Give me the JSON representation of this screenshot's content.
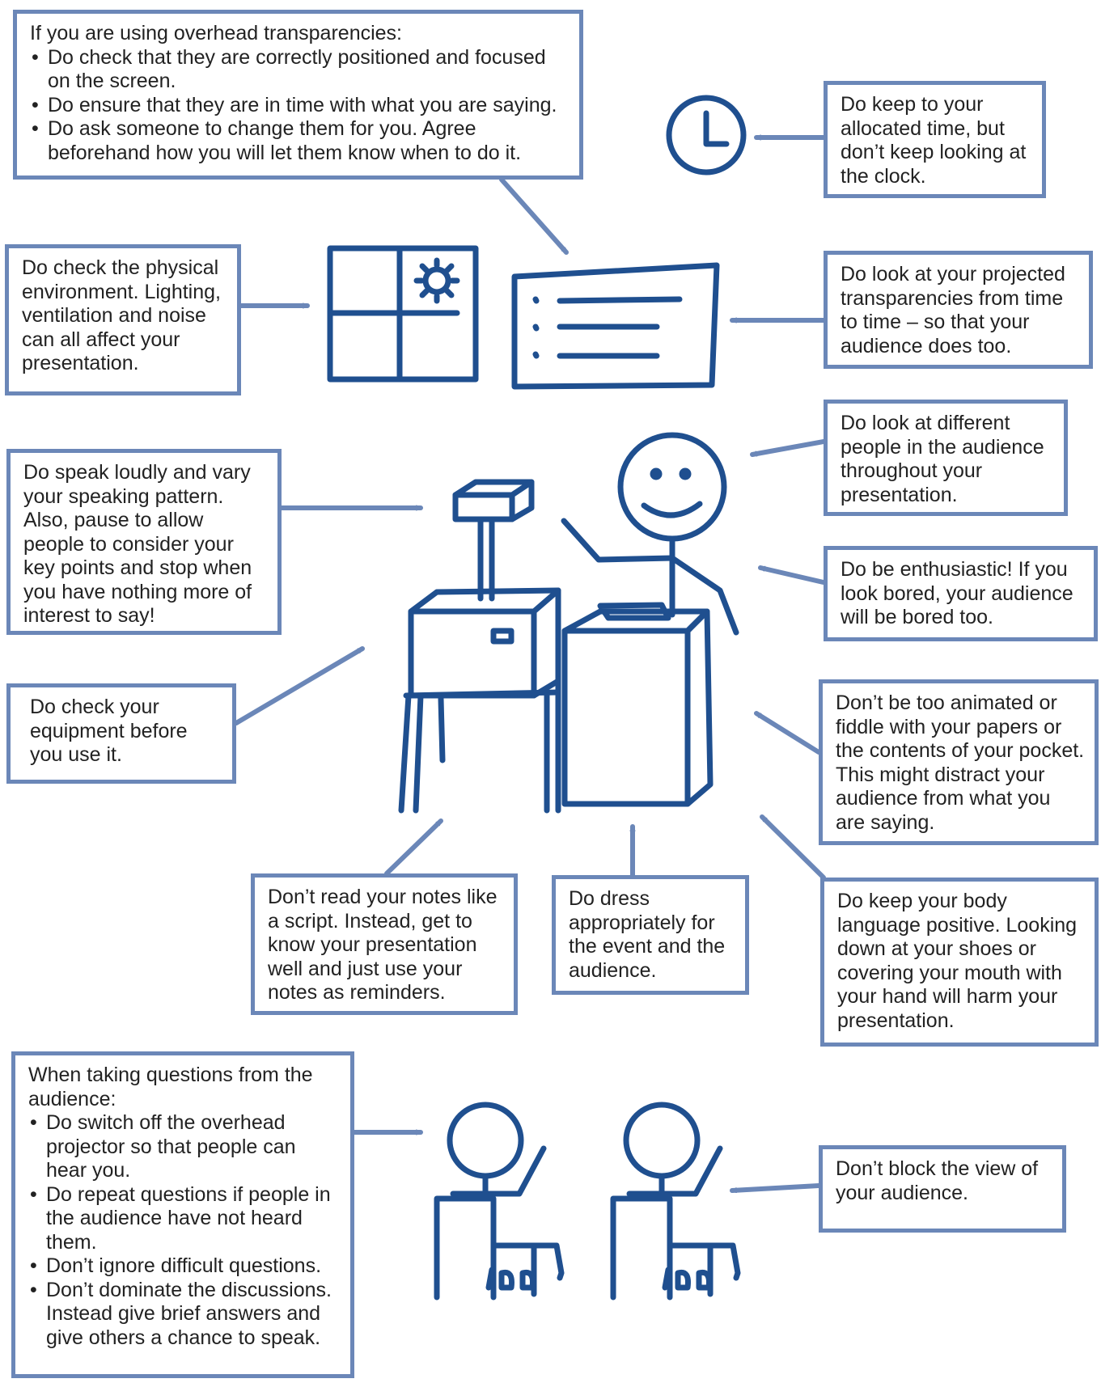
{
  "colors": {
    "box_border": "#6b87b8",
    "arrow": "#6b87b8",
    "drawing": "#1f4f8f",
    "text": "#222222"
  },
  "drawings": [
    "clock-icon",
    "window-with-sun-icon",
    "projected-slide-icon",
    "presenter-stick-figure",
    "overhead-projector-on-table",
    "lectern",
    "audience-member-stick-figure"
  ],
  "notes": {
    "transparencies": {
      "intro": "If you are using overhead transparencies:",
      "items": [
        "Do check that they are correctly positioned and focused on the screen.",
        "Do ensure that they are in time with what you are saying.",
        "Do ask someone to change them for you. Agree beforehand how you will let them know when to do it."
      ]
    },
    "time": "Do keep to your allocated time, but don’t keep looking at the clock.",
    "environment": "Do check the physical environment. Lighting, ventilation and noise can all affect your presentation.",
    "projected": "Do look at your projected transparencies from time to time – so that your audience does too.",
    "look_people": "Do look at different people in the audience throughout your presentation.",
    "speak": "Do speak loudly and vary your speaking pattern. Also, pause to allow people to consider your key points and stop when you have nothing more of interest to say!",
    "enthusiastic": "Do be enthusiastic! If you look bored, your audience will be bored too.",
    "equipment": "Do check your equipment before you use it.",
    "animated": "Don’t be too animated or fiddle with your papers or the contents of your pocket. This might distract your audience from what you are saying.",
    "notes_script": "Don’t read your notes like a script. Instead, get to know your presentation well and just use your notes as reminders.",
    "dress": "Do dress appropriately for the event and the audience.",
    "body_language": "Do keep your body language positive. Looking down at your shoes or covering your mouth with your hand will harm your presentation.",
    "questions": {
      "intro": "When taking questions from the audience:",
      "items": [
        "Do switch off the overhead projector so that people can hear you.",
        "Do repeat questions if people in the audience have not heard them.",
        "Don’t ignore difficult questions.",
        "Don’t dominate the discussions.  Instead give brief answers and give others a chance to speak."
      ]
    },
    "block_view": "Don’t block the view of your audience."
  }
}
